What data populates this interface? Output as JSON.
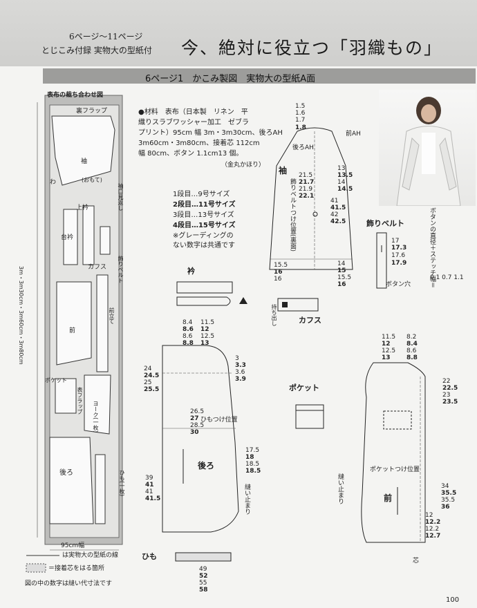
{
  "header": {
    "pages": "6ページ〜11ページ",
    "supplement": "とじこみ付録 実物大の型紙付",
    "title": "今、絶対に役立つ「羽織もの」"
  },
  "subheader": "6ページ1　かこみ製図　実物大の型紙A面",
  "layout_panel": {
    "title": "表布の裁ち合わせ図",
    "width_label": "95cm幅",
    "length_label": "3m・3m30cm・3m60cm・3m80cm",
    "pieces": [
      "裏フラップ",
      "袖",
      "(おもて)",
      "わ",
      "袖口見返し",
      "上衿",
      "台衿",
      "カフス",
      "飾りベルト",
      "前立て",
      "前",
      "ポケット",
      "表フラップ",
      "ヨーク(一枚)",
      "後ろ",
      "ひも(一枚)"
    ]
  },
  "legend": {
    "line": "は実物大の型紙の線",
    "fusible": "＝接着芯をはる箇所",
    "seam": "図の中の数字は縫い代寸法です"
  },
  "materials": {
    "line1": "●材料　表布（日本製　リネン　平",
    "line2": "織りスラブワッシャー加工　ゼブラ",
    "line3": "プリント）95cm 幅 3m・3m30cm、後ろAH",
    "line4": "3m60cm・3m80cm、接着芯 112cm",
    "line5": "幅 80cm、ボタン 1.1cm13 個。",
    "credit": "（金丸かほり）"
  },
  "sizes": {
    "s1": "1段目…9号サイズ",
    "s2": "2段目…11号サイズ",
    "s3": "3段目…13号サイズ",
    "s4": "4段目…15号サイズ",
    "note1": "※グレーディングの",
    "note2": "ない数字は共通です"
  },
  "labels": {
    "sleeve": "袖",
    "collar": "衿",
    "cuff": "カフス",
    "belt": "飾りベルト",
    "pocket": "ポケット",
    "back": "後ろ",
    "front": "前",
    "himo": "ひも",
    "belt_pos": "飾りベルトつけ位置(裏面)",
    "button_hole": "ボタン穴",
    "button_note": "ボタンの直径＋ステッチ幅＝",
    "button_vals": "0.1 0.7 1.1",
    "front_ah": "前AH",
    "back_ah": "後ろAH",
    "himo_pos": "ひもつけ位置",
    "pocket_pos": "ポケットつけ位置",
    "sew_stop_back": "縫い止まり",
    "sew_stop_front": "縫い止まり",
    "interfacing": "芯",
    "pull_out": "持ち出し",
    "page_number": "100"
  },
  "sleeve_dims": {
    "top": [
      "1.5",
      "1.6",
      "1.7",
      "1.8"
    ],
    "cap": [
      "21.5",
      "21.7",
      "21.9",
      "22.1"
    ],
    "width": [
      "13",
      "13.5",
      "14",
      "14.5"
    ],
    "hem": [
      "41",
      "41.5",
      "42",
      "42.5"
    ],
    "bottom_a": [
      "15.5",
      "16",
      "16"
    ],
    "bottom_b": [
      "14",
      "15",
      "15.5",
      "16"
    ]
  },
  "back_dims": {
    "top": [
      "11.5",
      "12",
      "12.5",
      "13"
    ],
    "side": [
      "8.4",
      "8.6",
      "8.6",
      "8.8"
    ],
    "shoulder": [
      "3",
      "3.3",
      "3.6",
      "3.9"
    ],
    "length": [
      "39",
      "41",
      "41",
      "41.5"
    ],
    "hem": [
      "24",
      "24.5",
      "25",
      "25.5"
    ],
    "mid": [
      "26.5",
      "27",
      "28.5",
      "30"
    ],
    "armhole": [
      "17.5",
      "18",
      "18.5",
      "18.5"
    ]
  },
  "front_dims": {
    "top": [
      "11.5",
      "12",
      "12.5",
      "13"
    ],
    "side": [
      "8.2",
      "8.4",
      "8.6",
      "8.8"
    ],
    "hem": [
      "22",
      "22.5",
      "23",
      "23.5"
    ],
    "length": [
      "34",
      "35.5",
      "35.5",
      "36"
    ],
    "bottom": [
      "12",
      "12.2",
      "12.2",
      "12.7"
    ]
  },
  "himo_dims": [
    "49",
    "52",
    "55",
    "58"
  ],
  "photo": {
    "alt": "woman wearing white linen shirt jacket"
  }
}
